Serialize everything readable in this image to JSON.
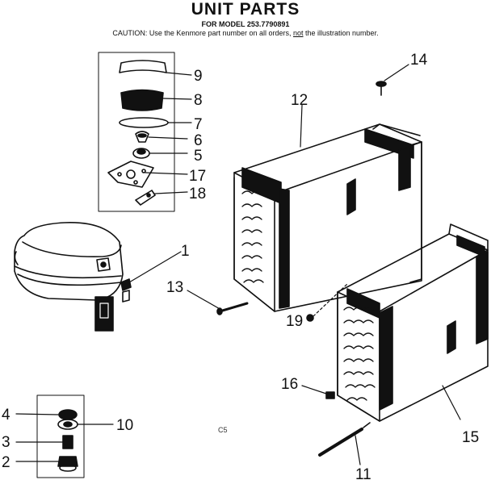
{
  "header": {
    "title": "UNIT PARTS",
    "model": "FOR MODEL 253.7790891",
    "caution_pre": "CAUTION: Use the Kenmore part number on all orders, ",
    "caution_not": "not",
    "caution_post": " the illustration number."
  },
  "callouts": {
    "p1": "1",
    "p2": "2",
    "p3": "3",
    "p4": "4",
    "p5": "5",
    "p6": "6",
    "p7": "7",
    "p8": "8",
    "p9": "9",
    "p10": "10",
    "p11": "11",
    "p12": "12",
    "p13": "13",
    "p14": "14",
    "p15": "15",
    "p16": "16",
    "p17": "17",
    "p18": "18",
    "p19": "19"
  },
  "marks": {
    "page_code": "C5"
  }
}
